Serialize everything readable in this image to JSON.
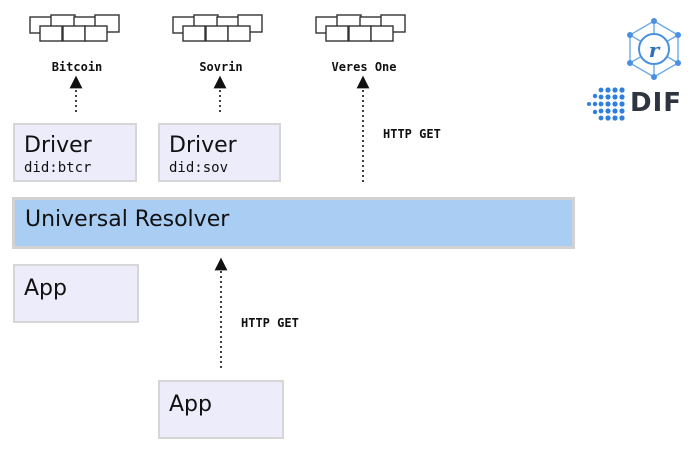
{
  "networks": [
    {
      "label": "Bitcoin"
    },
    {
      "label": "Sovrin"
    },
    {
      "label": "Veres One"
    }
  ],
  "drivers": [
    {
      "title": "Driver",
      "method": "did:btcr"
    },
    {
      "title": "Driver",
      "method": "did:sov"
    }
  ],
  "resolver": {
    "title": "Universal Resolver"
  },
  "apps": [
    {
      "title": "App"
    },
    {
      "title": "App"
    }
  ],
  "connections": {
    "veres_one_request": "HTTP GET",
    "app_request": "HTTP GET"
  },
  "logos": {
    "rwot_letter": "r",
    "dif_text": "DIF"
  },
  "colors": {
    "resolver_fill": "#a9cdf3",
    "box_fill": "#ececfa",
    "box_border": "#d6d6d6",
    "logo_blue": "#4a90e2"
  }
}
